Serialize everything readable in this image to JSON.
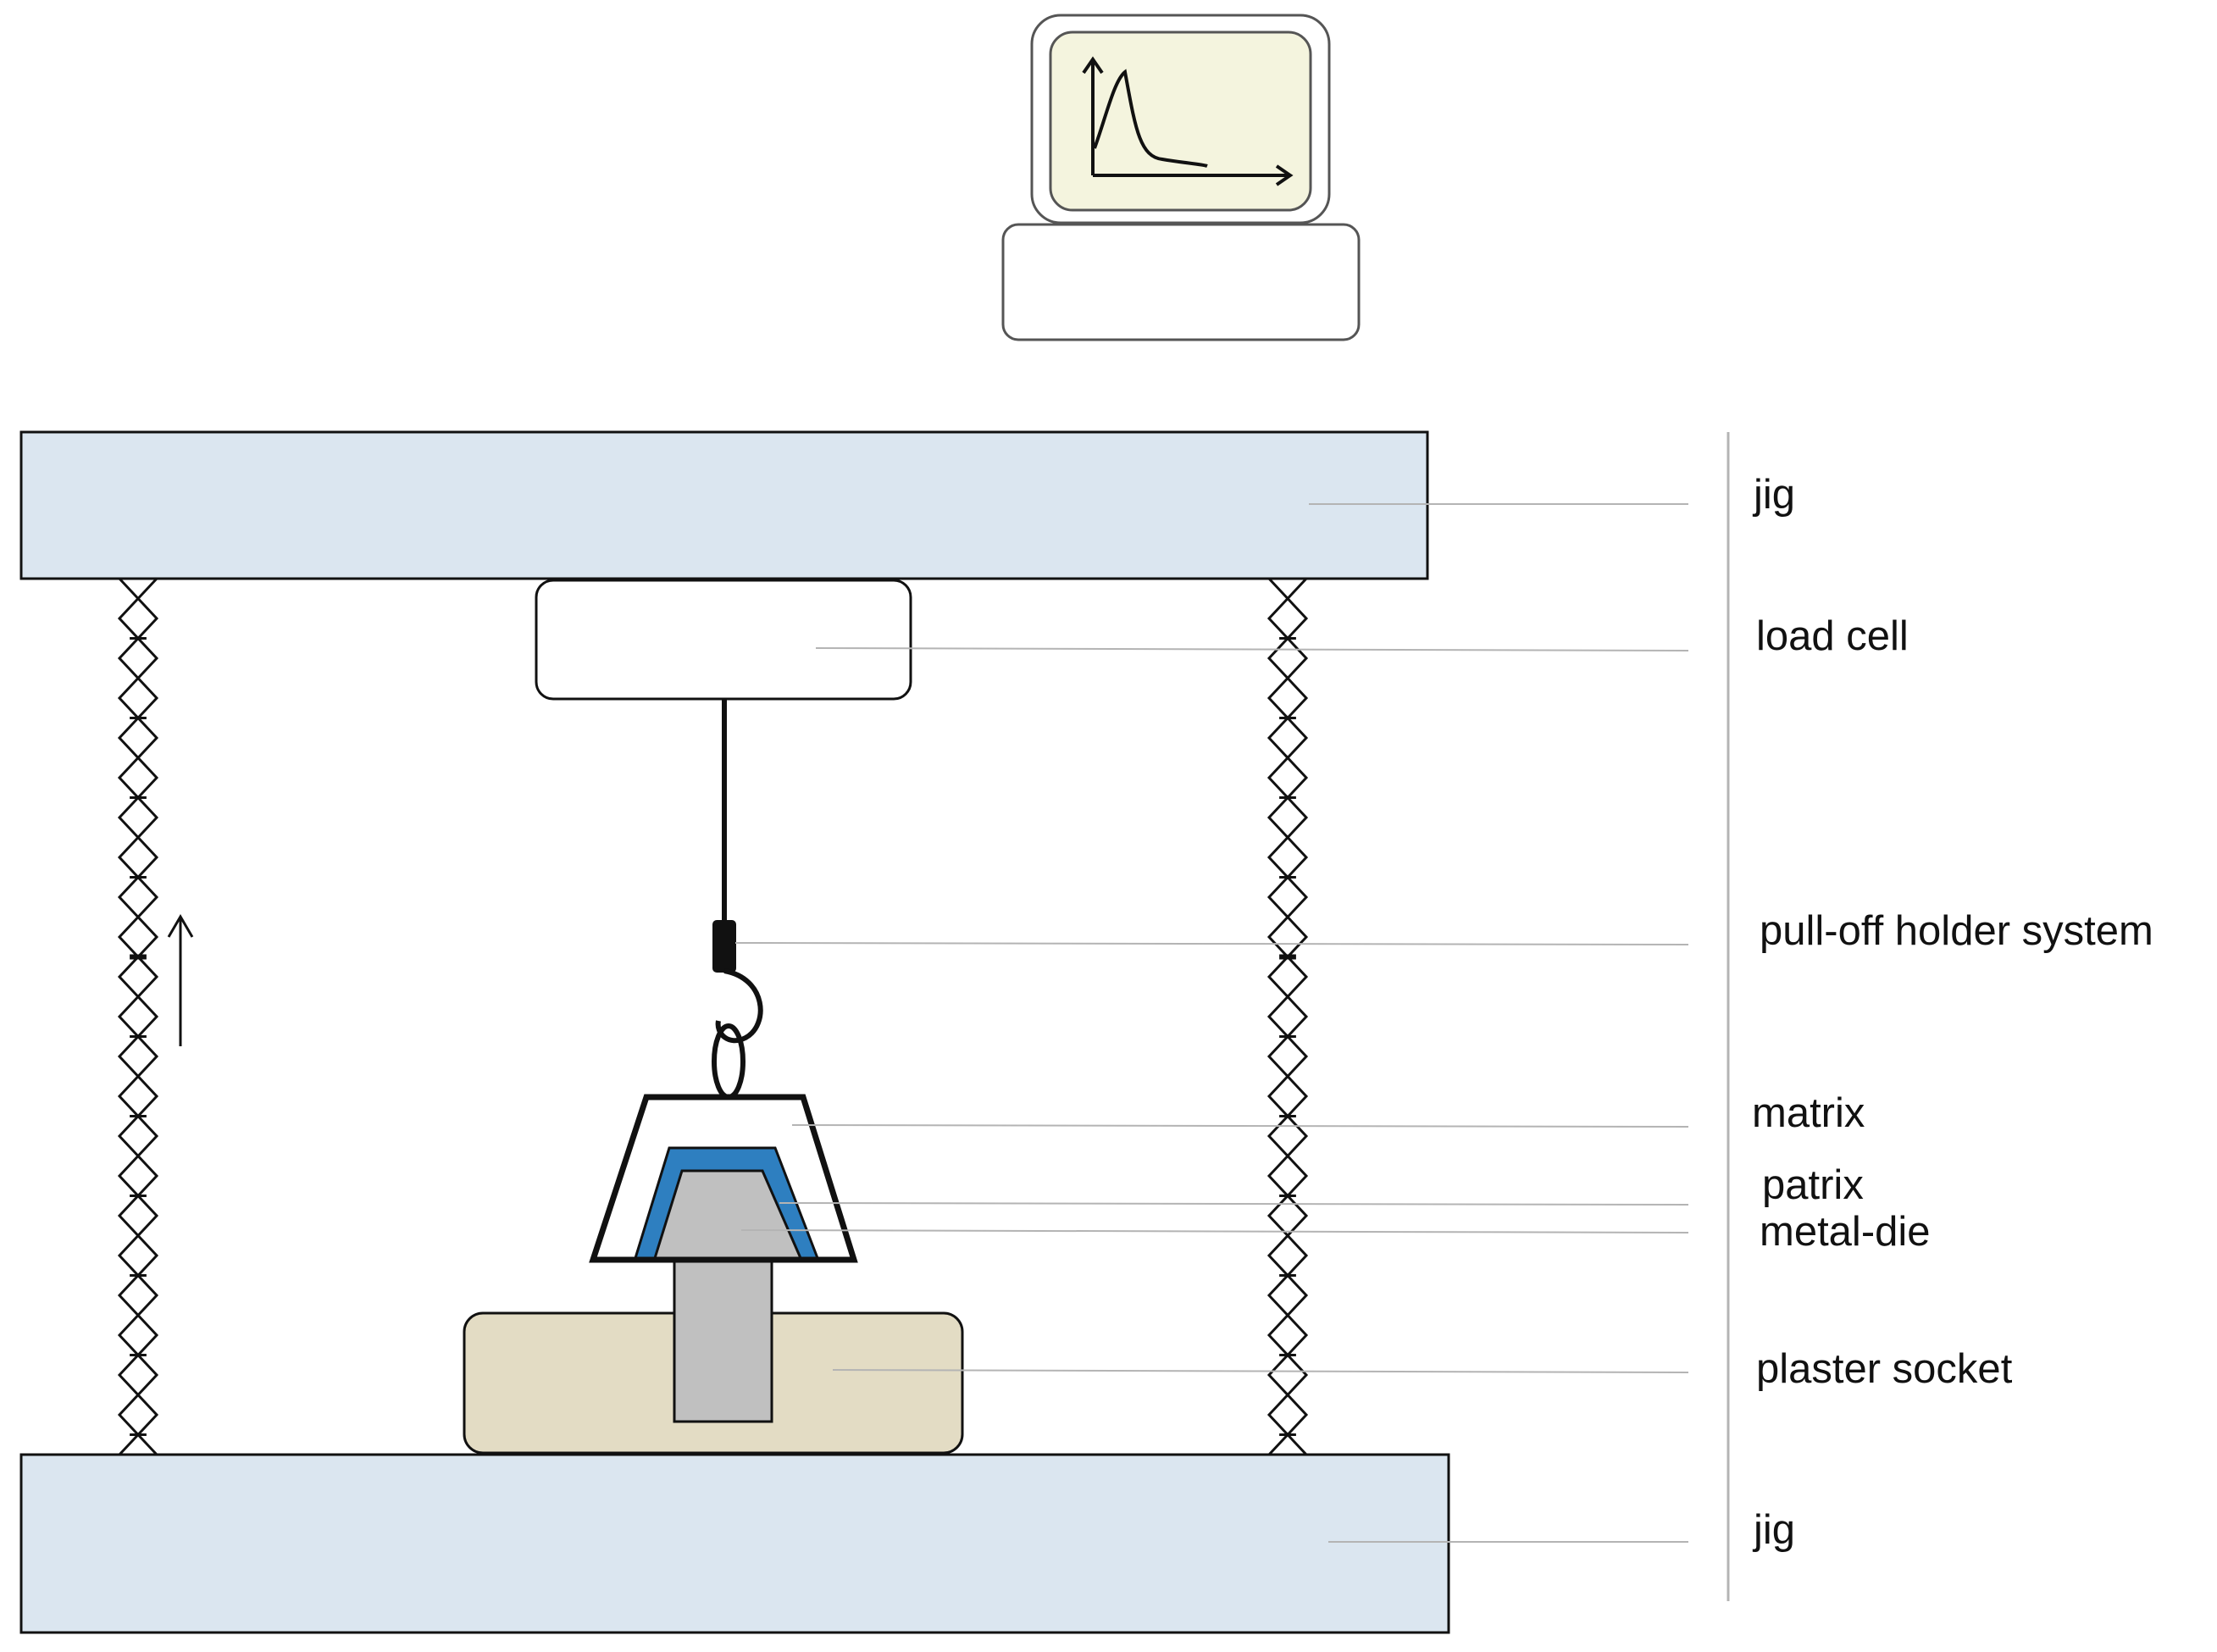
{
  "labels": {
    "jig_top": "jig",
    "load_cell": "load cell",
    "pull_off_holder_system": "pull-off holder system",
    "matrix": "matrix",
    "patrix": "patrix",
    "metal_die": "metal-die",
    "plaster_socket": "plaster socket",
    "jig_bottom": "jig"
  },
  "colors": {
    "jig_fill": "#dbe6f0",
    "plaster_socket_fill": "#e3dcc4",
    "patrix_fill": "#2e7fc0",
    "metal_die_fill": "#c0c0c0",
    "monitor_screen_fill": "#f4f4de",
    "line_color": "#111111",
    "leader_line_color": "#b4b4b4"
  },
  "icons": {
    "computer": "computer-monitor-icon",
    "graph": "force-time-graph-icon",
    "arrow": "pull-direction-arrow-icon"
  }
}
